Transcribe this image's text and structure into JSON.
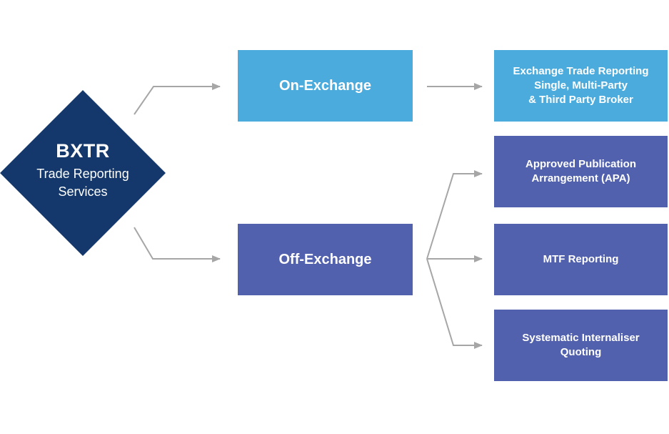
{
  "colors": {
    "navy": "#14386B",
    "light_blue": "#4BABDD",
    "purple": "#5261AD",
    "arrow": "#A6A6A6",
    "text": "#FFFFFF"
  },
  "root": {
    "title": "BXTR",
    "subtitle": "Trade Reporting Services"
  },
  "level1": [
    {
      "id": "on-exchange",
      "label": "On-Exchange"
    },
    {
      "id": "off-exchange",
      "label": "Off-Exchange"
    }
  ],
  "level2": [
    {
      "id": "exchange-trade-reporting",
      "lines": [
        "Exchange Trade Reporting",
        "Single, Multi-Party",
        "& Third Party Broker"
      ],
      "parent": "On-Exchange"
    },
    {
      "id": "apa",
      "lines": [
        "Approved Publication",
        "Arrangement (APA)"
      ],
      "parent": "Off-Exchange"
    },
    {
      "id": "mtf-reporting",
      "lines": [
        "MTF Reporting"
      ],
      "parent": "Off-Exchange"
    },
    {
      "id": "systematic-internaliser-quoting",
      "lines": [
        "Systematic Internaliser",
        "Quoting"
      ],
      "parent": "Off-Exchange"
    }
  ]
}
